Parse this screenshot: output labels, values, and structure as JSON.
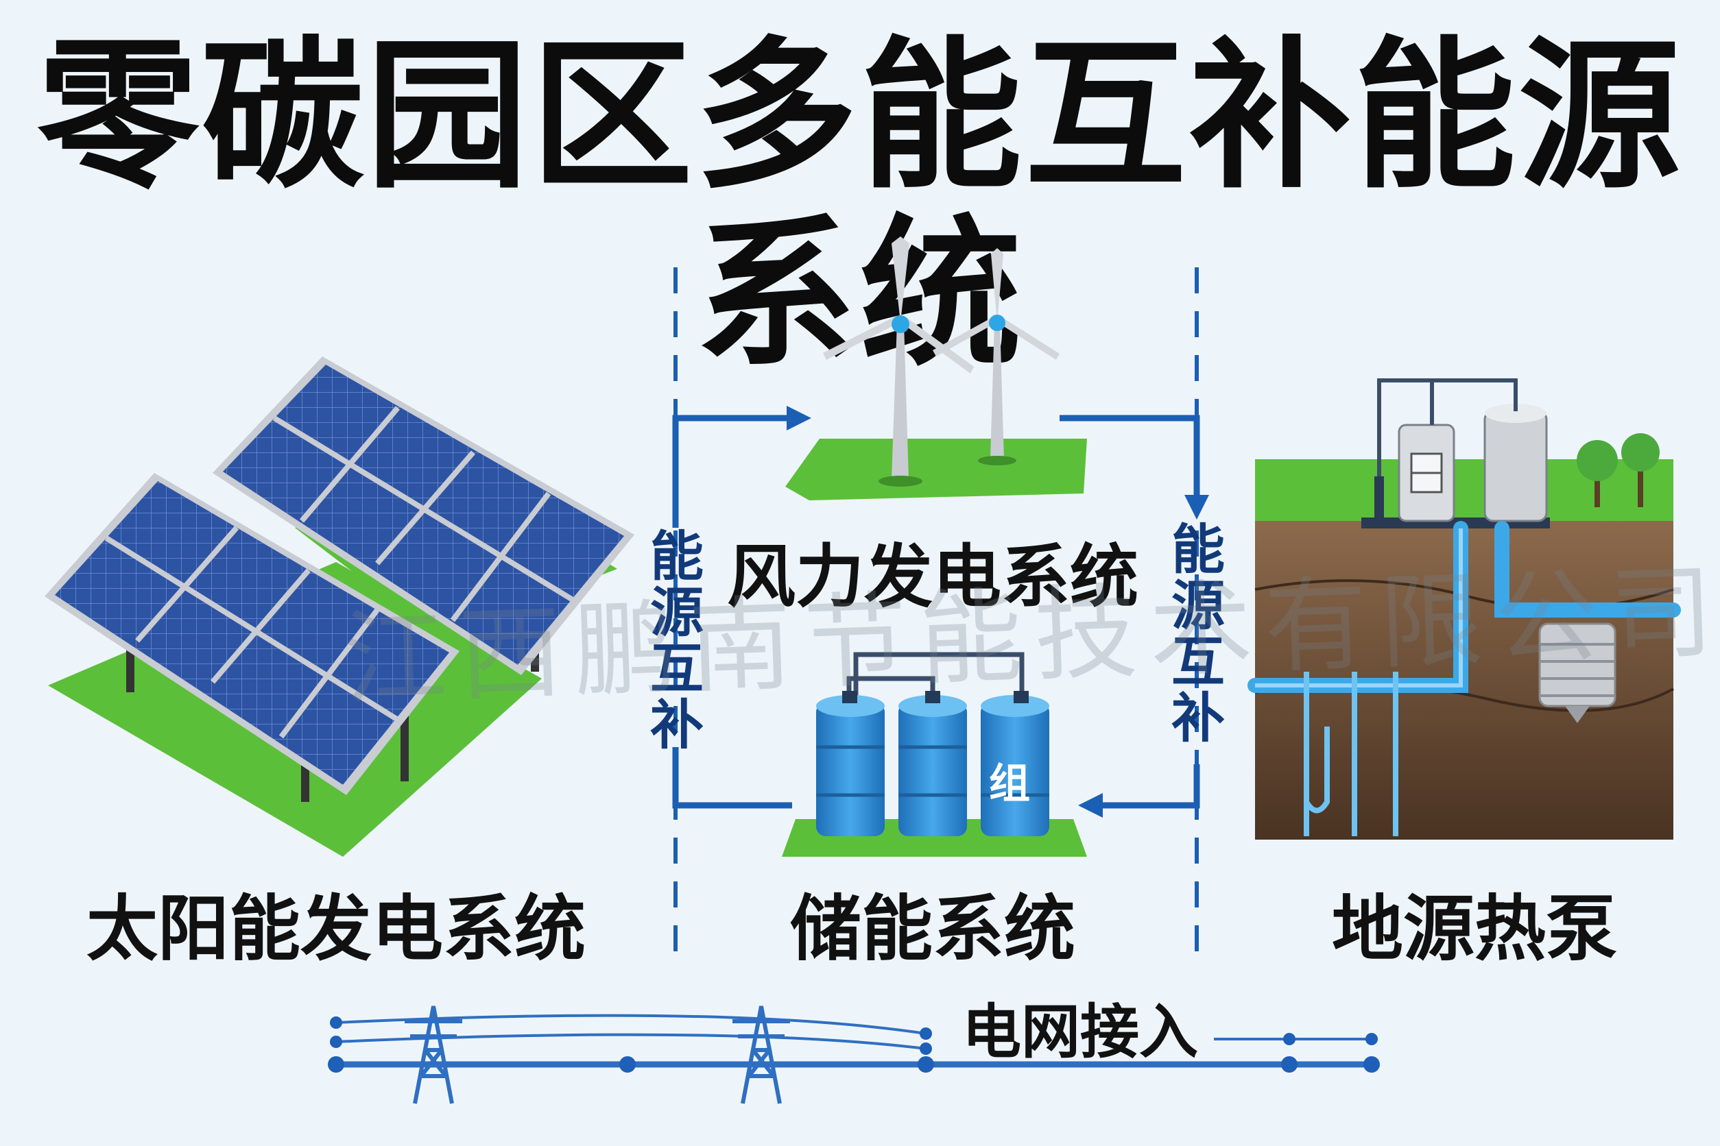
{
  "title": "零碳园区多能互补能源系统",
  "systems": {
    "solar": "太阳能发电系统",
    "wind": "风力发电系统",
    "storage": "储能系统",
    "geothermal": "地源热泵"
  },
  "flow_label_left": "能源互补",
  "flow_label_right": "能源互补",
  "storage_tank_label": "组",
  "grid_label": "电网接入",
  "watermark": "江西鹏南节能技术有限公司",
  "icons": [
    "solar-panel-icon",
    "wind-turbine-icon",
    "battery-tank-icon",
    "heat-pump-icon",
    "power-tower-icon",
    "tree-icon"
  ],
  "colors": {
    "accent_blue": "#1a5fb4",
    "grass_green": "#5cbf3a",
    "panel_blue": "#2d53a3",
    "tank_blue": "#2f8fd8",
    "soil_brown": "#6b4a34"
  }
}
